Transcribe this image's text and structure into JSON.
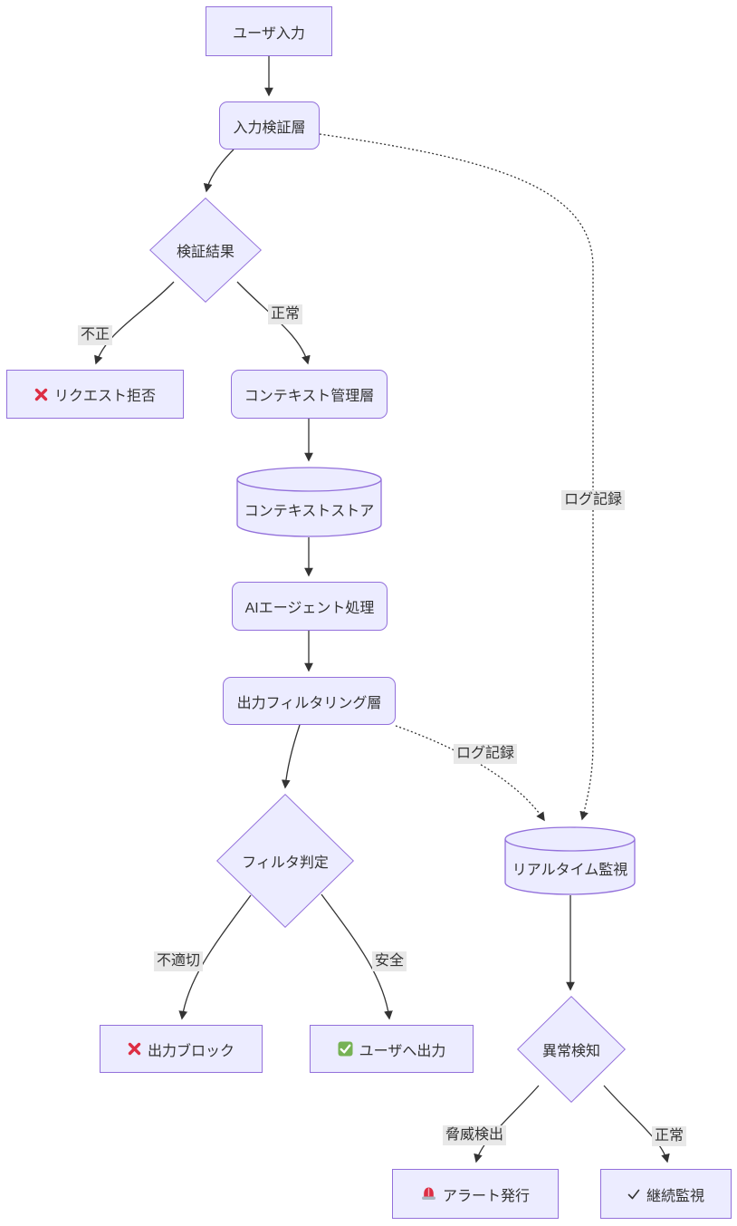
{
  "diagram": {
    "type": "flowchart",
    "direction": "top-down",
    "colors": {
      "node_fill": "#ECECFF",
      "node_border": "#9370DB",
      "edge_color": "#333333",
      "edge_label_bg": "#e8e8e8",
      "text_color": "#333333",
      "cross_icon_red": "#DD2E44",
      "check_icon_green": "#77B255"
    },
    "nodes": [
      {
        "id": "user-input",
        "shape": "rect",
        "label": "ユーザ入力"
      },
      {
        "id": "input-validation",
        "shape": "rounded",
        "label": "入力検証層"
      },
      {
        "id": "validation-result",
        "shape": "diamond",
        "label": "検証結果"
      },
      {
        "id": "request-reject",
        "shape": "rect",
        "icon": "cross-mark",
        "label": "リクエスト拒否"
      },
      {
        "id": "context-management",
        "shape": "rounded",
        "label": "コンテキスト管理層"
      },
      {
        "id": "context-store",
        "shape": "cylinder",
        "label": "コンテキストストア"
      },
      {
        "id": "ai-agent",
        "shape": "rounded",
        "label": "AIエージェント処理"
      },
      {
        "id": "output-filtering",
        "shape": "rounded",
        "label": "出力フィルタリング層"
      },
      {
        "id": "filter-decision",
        "shape": "diamond",
        "label": "フィルタ判定"
      },
      {
        "id": "output-block",
        "shape": "rect",
        "icon": "cross-mark",
        "label": "出力ブロック"
      },
      {
        "id": "output-to-user",
        "shape": "rect",
        "icon": "check-mark-green",
        "label": "ユーザへ出力"
      },
      {
        "id": "realtime-monitoring",
        "shape": "cylinder",
        "label": "リアルタイム監視"
      },
      {
        "id": "anomaly-detection",
        "shape": "diamond",
        "label": "異常検知"
      },
      {
        "id": "alert-issue",
        "shape": "rect",
        "icon": "siren-light",
        "label": "アラート発行"
      },
      {
        "id": "continuous-monitoring",
        "shape": "rect",
        "icon": "check-mark",
        "label": "継続監視"
      }
    ],
    "edge_labels": [
      {
        "id": "invalid",
        "text": "不正"
      },
      {
        "id": "normal-validation",
        "text": "正常"
      },
      {
        "id": "log-record-input",
        "text": "ログ記録"
      },
      {
        "id": "log-record-output",
        "text": "ログ記録"
      },
      {
        "id": "inappropriate",
        "text": "不適切"
      },
      {
        "id": "safe",
        "text": "安全"
      },
      {
        "id": "threat-detected",
        "text": "脅威検出"
      },
      {
        "id": "normal-anomaly",
        "text": "正常"
      }
    ],
    "edges": [
      {
        "from": "user-input",
        "to": "input-validation",
        "style": "solid"
      },
      {
        "from": "input-validation",
        "to": "validation-result",
        "style": "solid"
      },
      {
        "from": "validation-result",
        "to": "request-reject",
        "style": "solid",
        "label": "不正"
      },
      {
        "from": "validation-result",
        "to": "context-management",
        "style": "solid",
        "label": "正常"
      },
      {
        "from": "context-management",
        "to": "context-store",
        "style": "solid"
      },
      {
        "from": "context-store",
        "to": "ai-agent",
        "style": "solid"
      },
      {
        "from": "ai-agent",
        "to": "output-filtering",
        "style": "solid"
      },
      {
        "from": "output-filtering",
        "to": "filter-decision",
        "style": "solid"
      },
      {
        "from": "filter-decision",
        "to": "output-block",
        "style": "solid",
        "label": "不適切"
      },
      {
        "from": "filter-decision",
        "to": "output-to-user",
        "style": "solid",
        "label": "安全"
      },
      {
        "from": "input-validation",
        "to": "realtime-monitoring",
        "style": "dotted",
        "label": "ログ記録"
      },
      {
        "from": "output-filtering",
        "to": "realtime-monitoring",
        "style": "dotted",
        "label": "ログ記録"
      },
      {
        "from": "realtime-monitoring",
        "to": "anomaly-detection",
        "style": "solid"
      },
      {
        "from": "anomaly-detection",
        "to": "alert-issue",
        "style": "solid",
        "label": "脅威検出"
      },
      {
        "from": "anomaly-detection",
        "to": "continuous-monitoring",
        "style": "solid",
        "label": "正常"
      }
    ]
  }
}
